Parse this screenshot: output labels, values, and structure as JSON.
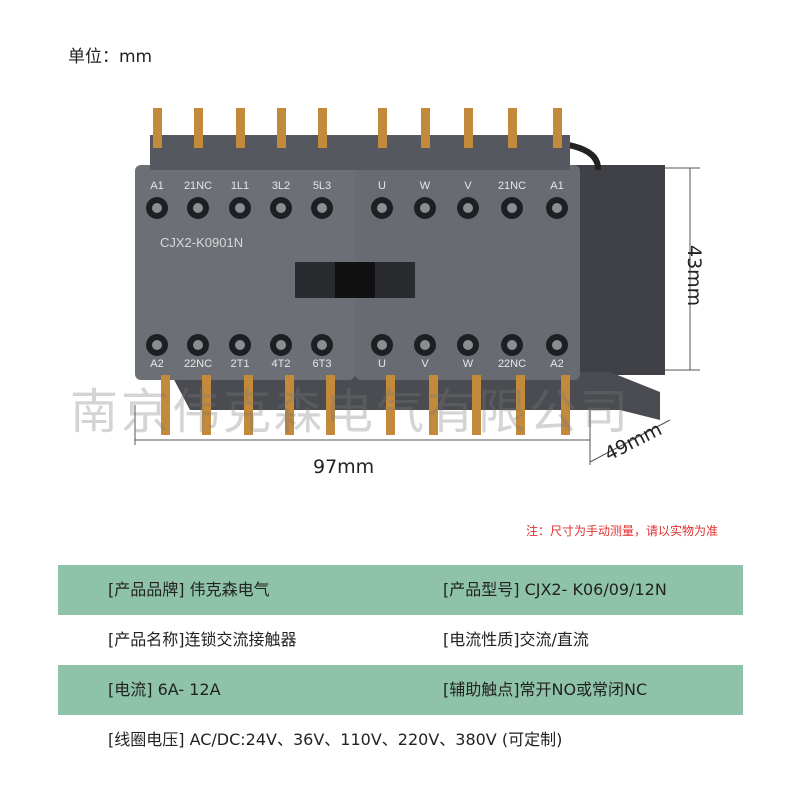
{
  "header": {
    "unit_label": "单位：mm"
  },
  "watermark": {
    "text": "南京伟克森电气有限公司"
  },
  "product": {
    "model_print": "CJX2-K0901N",
    "top_terminals_left": [
      "A1",
      "21NC",
      "1L1",
      "3L2",
      "5L3"
    ],
    "top_terminals_right": [
      "U",
      "W",
      "V",
      "21NC",
      "A1"
    ],
    "bottom_terminals_left": [
      "A2",
      "22NC",
      "2T1",
      "4T2",
      "6T3"
    ],
    "bottom_terminals_right": [
      "U",
      "V",
      "W",
      "22NC",
      "A2"
    ]
  },
  "dimensions": {
    "width": "97mm",
    "height": "43mm",
    "depth": "49mm"
  },
  "note": "注：尺寸为手动测量，请以实物为准",
  "specs": [
    {
      "left": "[产品品牌]  伟克森电气",
      "right": "[产品型号] CJX2- K06/09/12N"
    },
    {
      "left": "[产品名称]连锁交流接触器",
      "right": "[电流性质]交流/直流"
    },
    {
      "left": "[电流] 6A- 12A",
      "right": "[辅助触点]常开NO或常闭NC"
    },
    {
      "left": "[线圈电压] AC/DC:24V、36V、110V、220V、380V (可定制)"
    }
  ],
  "colors": {
    "spec_band": "#8fc3a9",
    "note": "#e03030",
    "housing": "#6c6f75",
    "terminal": "#c28a3a"
  }
}
